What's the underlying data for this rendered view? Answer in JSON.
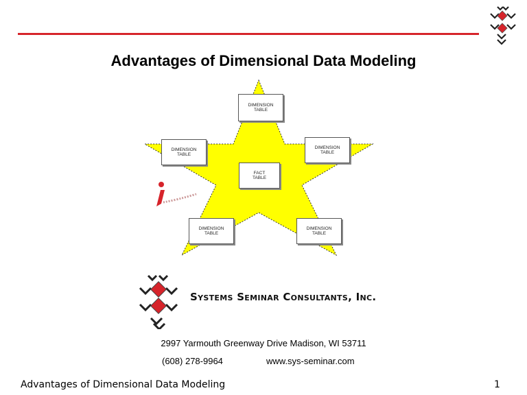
{
  "slide": {
    "title": "Advantages of Dimensional Data Modeling",
    "footer_title": "Advantages of Dimensional Data Modeling",
    "page_number": "1"
  },
  "diagram": {
    "star_color": "#ffff00",
    "center_table": "FACT\nTABLE",
    "dimension_tables": [
      "DIMENSION\nTABLE",
      "DIMENSION\nTABLE",
      "DIMENSION\nTABLE",
      "DIMENSION\nTABLE",
      "DIMENSION\nTABLE"
    ]
  },
  "company": {
    "name": "Systems Seminar Consultants, Inc.",
    "address": "2997 Yarmouth Greenway Drive Madison, WI  53711",
    "phone": "(608) 278-9964",
    "website": "www.sys-seminar.com",
    "brand_color": "#d6242b"
  }
}
